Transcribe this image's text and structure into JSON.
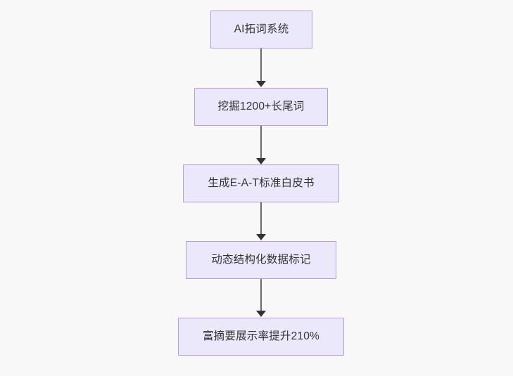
{
  "diagram": {
    "type": "flowchart",
    "direction": "top-to-bottom",
    "background_color": "#f8f8f9",
    "node_fill_color": "#ebe8fb",
    "node_border_color": "#b39ddb",
    "node_text_color": "#333333",
    "edge_line_color": "#6b6b6b",
    "edge_arrow_color": "#333333",
    "nodes": [
      {
        "id": "n0",
        "label": "AI拓词系统"
      },
      {
        "id": "n1",
        "label": "挖掘1200+长尾词"
      },
      {
        "id": "n2",
        "label": "生成E-A-T标准白皮书"
      },
      {
        "id": "n3",
        "label": "动态结构化数据标记"
      },
      {
        "id": "n4",
        "label": "富摘要展示率提升210%"
      }
    ],
    "edges": [
      {
        "from": "n0",
        "to": "n1",
        "label": ""
      },
      {
        "from": "n1",
        "to": "n2",
        "label": ""
      },
      {
        "from": "n2",
        "to": "n3",
        "label": ""
      },
      {
        "from": "n3",
        "to": "n4",
        "label": ""
      }
    ]
  }
}
